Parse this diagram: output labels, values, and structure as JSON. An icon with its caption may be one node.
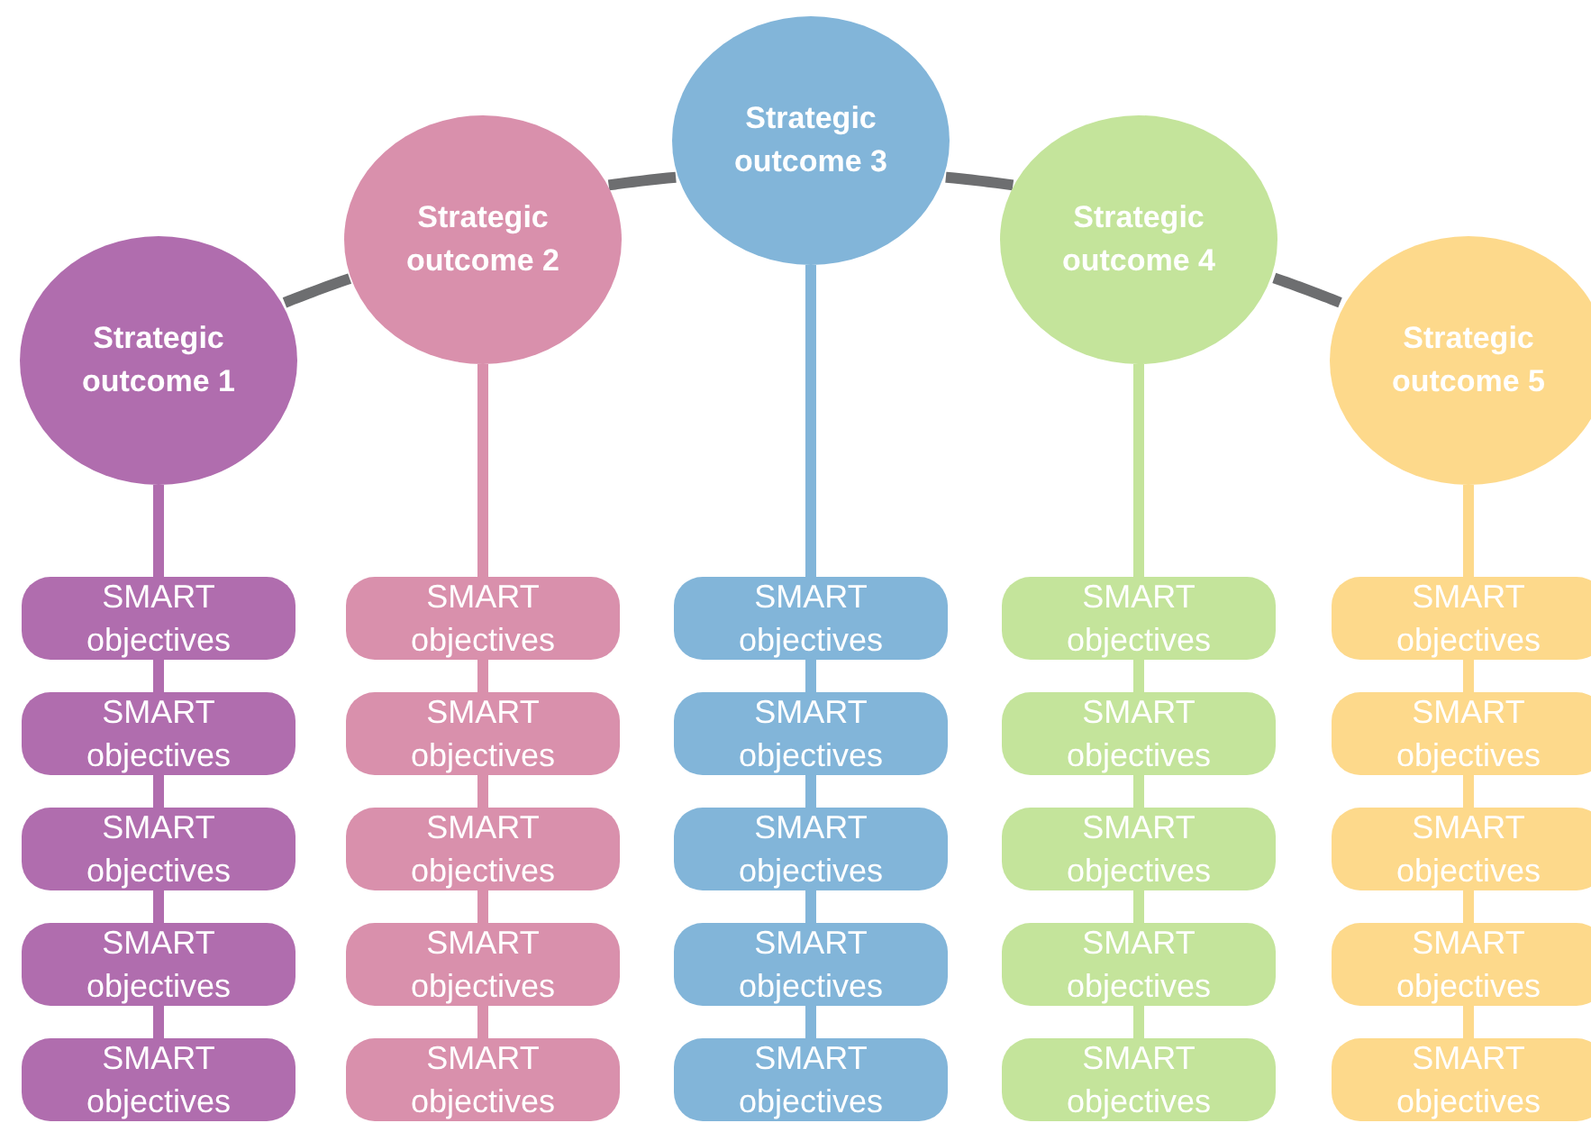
{
  "diagram": {
    "nodes": [
      {
        "text": [
          "Strategic outcome 1"
        ]
      },
      {
        "text": [
          "Strategic outcome 2"
        ]
      },
      {
        "text": [
          "Strategic outcome 3"
        ]
      },
      {
        "text": [
          "Strategic outcome 4"
        ]
      },
      {
        "text": [
          "Strategic outcome 5"
        ]
      },
      {
        "text": [
          "SMART objectives"
        ]
      },
      {
        "text": [
          "SMART objectives"
        ]
      },
      {
        "text": [
          "SMART objectives"
        ]
      },
      {
        "text": [
          "SMART objectives"
        ]
      },
      {
        "text": [
          "SMART objectives"
        ]
      },
      {
        "text": [
          "SMART objectives"
        ]
      },
      {
        "text": [
          "SMART objectives"
        ]
      },
      {
        "text": [
          "SMART objectives"
        ]
      },
      {
        "text": [
          "SMART objectives"
        ]
      },
      {
        "text": [
          "SMART objectives"
        ]
      },
      {
        "text": [
          "SMART objectives"
        ]
      },
      {
        "text": [
          "SMART objectives"
        ]
      },
      {
        "text": [
          "SMART objectives"
        ]
      },
      {
        "text": [
          "SMART objectives"
        ]
      },
      {
        "text": [
          "SMART objectives"
        ]
      },
      {
        "text": [
          "SMART objectives"
        ]
      },
      {
        "text": [
          "SMART objectives"
        ]
      },
      {
        "text": [
          "SMART objectives"
        ]
      },
      {
        "text": [
          "SMART objectives"
        ]
      },
      {
        "text": [
          "SMART objectives"
        ]
      },
      {
        "text": [
          "SMART objectives"
        ]
      },
      {
        "text": [
          "SMART objectives"
        ]
      },
      {
        "text": [
          "SMART objectives"
        ]
      },
      {
        "text": [
          "SMART objectives"
        ]
      },
      {
        "text": [
          "SMART objectives"
        ]
      }
    ],
    "edges": [
      {
        "from": 0,
        "to": 1,
        "arrow": "none",
        "color": "#6d6e70"
      },
      {
        "from": 1,
        "to": 2,
        "arrow": "none",
        "color": "#6d6e70"
      },
      {
        "from": 2,
        "to": 3,
        "arrow": "none",
        "color": "#6d6e70"
      },
      {
        "from": 3,
        "to": 4,
        "arrow": "none",
        "color": "#6d6e70"
      },
      {
        "from": 0,
        "to": 5,
        "arrow": "none",
        "color": "#b06dae"
      },
      {
        "from": 5,
        "to": 6,
        "arrow": "none",
        "color": "#b06dae"
      },
      {
        "from": 6,
        "to": 7,
        "arrow": "none",
        "color": "#b06dae"
      },
      {
        "from": 7,
        "to": 8,
        "arrow": "none",
        "color": "#b06dae"
      },
      {
        "from": 8,
        "to": 9,
        "arrow": "none",
        "color": "#b06dae"
      },
      {
        "from": 1,
        "to": 10,
        "arrow": "none",
        "color": "#d990ac"
      },
      {
        "from": 10,
        "to": 11,
        "arrow": "none",
        "color": "#d990ac"
      },
      {
        "from": 11,
        "to": 12,
        "arrow": "none",
        "color": "#d990ac"
      },
      {
        "from": 12,
        "to": 13,
        "arrow": "none",
        "color": "#d990ac"
      },
      {
        "from": 13,
        "to": 14,
        "arrow": "none",
        "color": "#d990ac"
      },
      {
        "from": 2,
        "to": 15,
        "arrow": "none",
        "color": "#82b5d9"
      },
      {
        "from": 15,
        "to": 16,
        "arrow": "none",
        "color": "#82b5d9"
      },
      {
        "from": 16,
        "to": 17,
        "arrow": "none",
        "color": "#82b5d9"
      },
      {
        "from": 17,
        "to": 18,
        "arrow": "none",
        "color": "#82b5d9"
      },
      {
        "from": 18,
        "to": 19,
        "arrow": "none",
        "color": "#82b5d9"
      },
      {
        "from": 3,
        "to": 20,
        "arrow": "none",
        "color": "#c4e49b"
      },
      {
        "from": 20,
        "to": 21,
        "arrow": "none",
        "color": "#c4e49b"
      },
      {
        "from": 21,
        "to": 22,
        "arrow": "none",
        "color": "#c4e49b"
      },
      {
        "from": 22,
        "to": 23,
        "arrow": "none",
        "color": "#c4e49b"
      },
      {
        "from": 23,
        "to": 24,
        "arrow": "none",
        "color": "#c4e49b"
      },
      {
        "from": 4,
        "to": 25,
        "arrow": "none",
        "color": "#fdd98b"
      },
      {
        "from": 25,
        "to": 26,
        "arrow": "none",
        "color": "#fdd98b"
      },
      {
        "from": 26,
        "to": 27,
        "arrow": "none",
        "color": "#fdd98b"
      },
      {
        "from": 27,
        "to": 28,
        "arrow": "none",
        "color": "#fdd98b"
      },
      {
        "from": 28,
        "to": 29,
        "arrow": "none",
        "color": "#fdd98b"
      }
    ]
  }
}
